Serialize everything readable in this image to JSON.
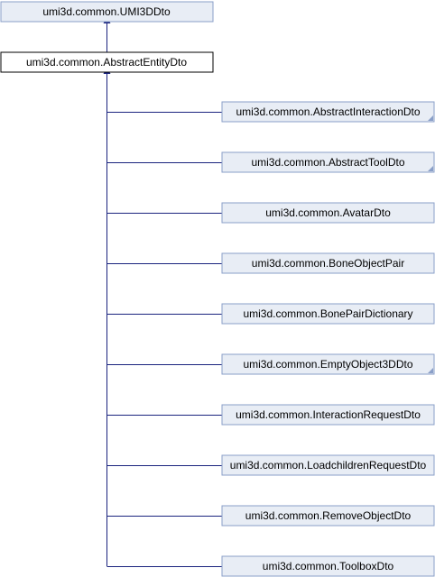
{
  "colors": {
    "node_fill": "#e8edf5",
    "node_stroke": "#8a9fc8",
    "current_fill": "#ffffff",
    "current_stroke": "#000000",
    "edge": "#1a237e",
    "fold_mark": "#8a9fc8"
  },
  "base_class": {
    "label": "umi3d.common.UMI3DDto"
  },
  "current_class": {
    "label": "umi3d.common.AbstractEntityDto"
  },
  "derived_classes": [
    {
      "label": "umi3d.common.AbstractInteractionDto",
      "has_more": true
    },
    {
      "label": "umi3d.common.AbstractToolDto",
      "has_more": true
    },
    {
      "label": "umi3d.common.AvatarDto",
      "has_more": false
    },
    {
      "label": "umi3d.common.BoneObjectPair",
      "has_more": false
    },
    {
      "label": "umi3d.common.BonePairDictionary",
      "has_more": false
    },
    {
      "label": "umi3d.common.EmptyObject3DDto",
      "has_more": true
    },
    {
      "label": "umi3d.common.InteractionRequestDto",
      "has_more": false
    },
    {
      "label": "umi3d.common.LoadchildrenRequestDto",
      "has_more": false
    },
    {
      "label": "umi3d.common.RemoveObjectDto",
      "has_more": false
    },
    {
      "label": "umi3d.common.ToolboxDto",
      "has_more": false
    }
  ]
}
